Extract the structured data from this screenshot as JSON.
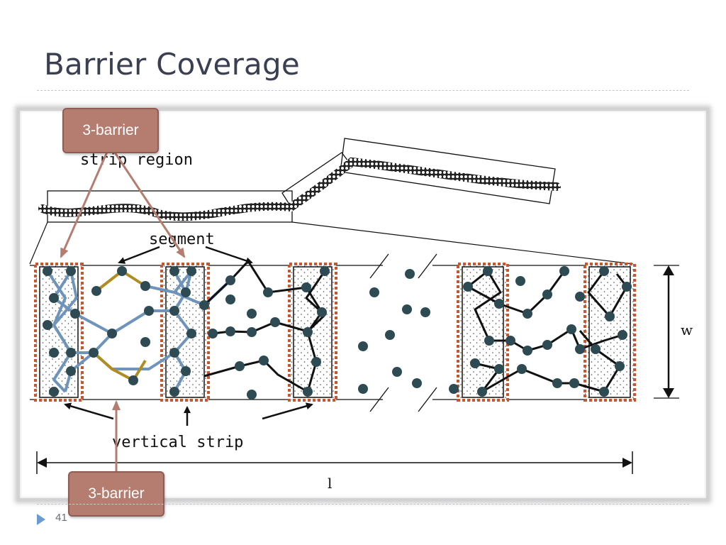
{
  "slide": {
    "title": "Barrier Coverage",
    "page_number": "41"
  },
  "diagram": {
    "labels": {
      "strip_region": "strip region",
      "segment": "segment",
      "vertical_strip": "vertical strip",
      "width": "w",
      "length": "l"
    },
    "callouts": {
      "top": "3-barrier",
      "bottom": "3-barrier"
    },
    "colors": {
      "callout_fill": "#b47d70",
      "callout_arrow": "#b47d70",
      "blue_barrier": "#6f94bb",
      "gold_barrier": "#b08d22",
      "node": "#2e4a52",
      "strip_highlight": "#c8552e"
    }
  }
}
